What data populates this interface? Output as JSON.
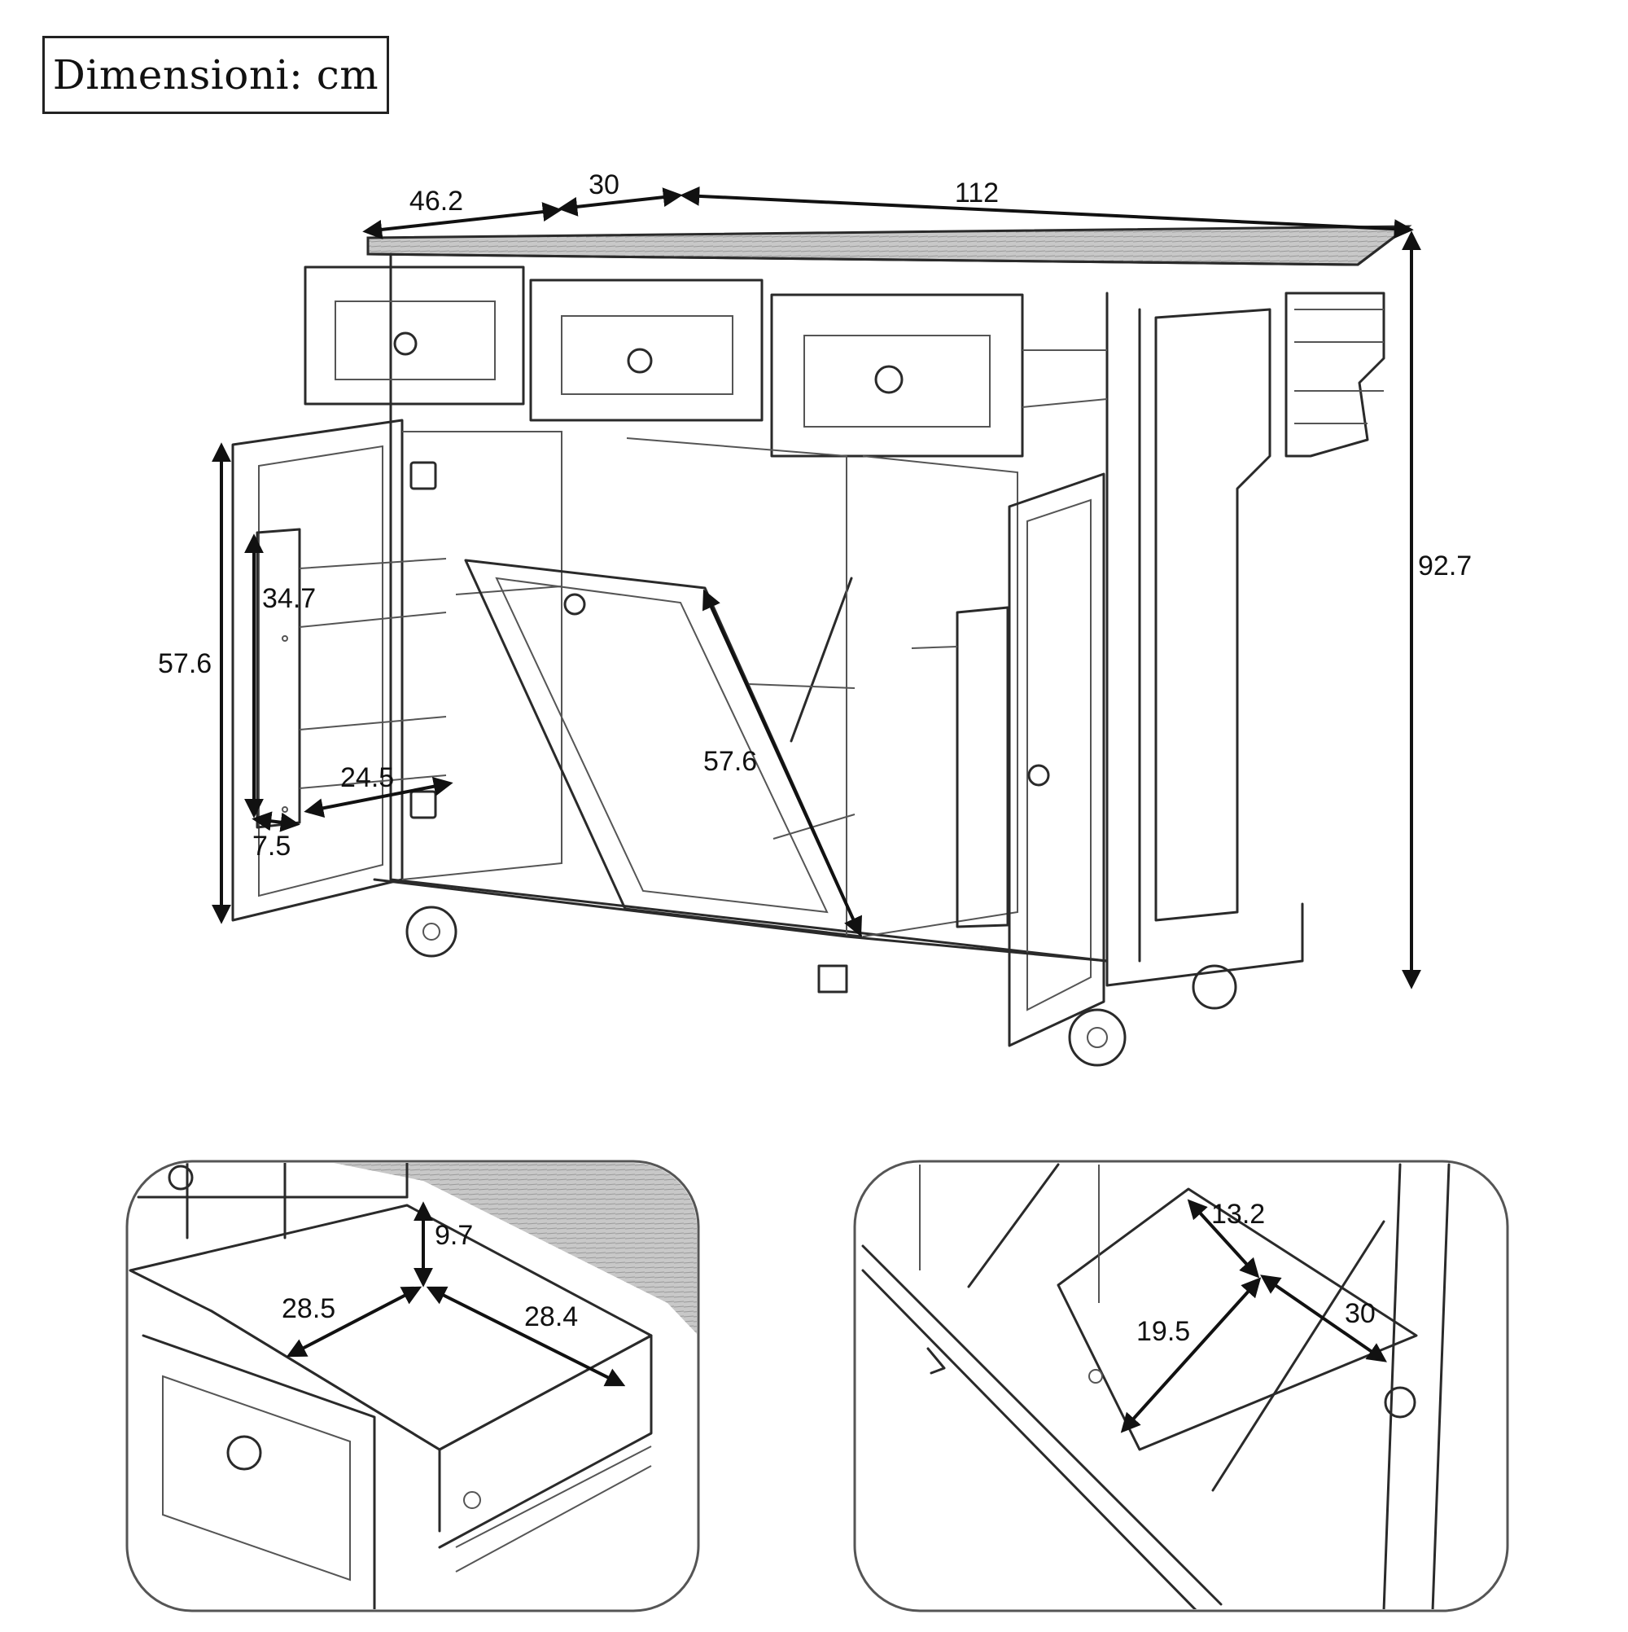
{
  "header": {
    "title": "Dimensioni: cm"
  },
  "dimensions": {
    "top_depth": "46.2",
    "drop_leaf": "30",
    "top_width": "112",
    "total_height": "92.7",
    "door_height": "57.6",
    "spice_rack_height": "34.7",
    "spice_rack_width": "24.5",
    "spice_rack_depth": "7.5",
    "trash_door_height": "57.6"
  },
  "detail_drawer": {
    "height": "9.7",
    "depth": "28.5",
    "width": "28.4"
  },
  "detail_bin": {
    "depth": "13.2",
    "length": "19.5",
    "width": "30"
  },
  "colors": {
    "line": "#2a2a2a",
    "top_surface": "#cfcfcf",
    "text": "#111111"
  }
}
